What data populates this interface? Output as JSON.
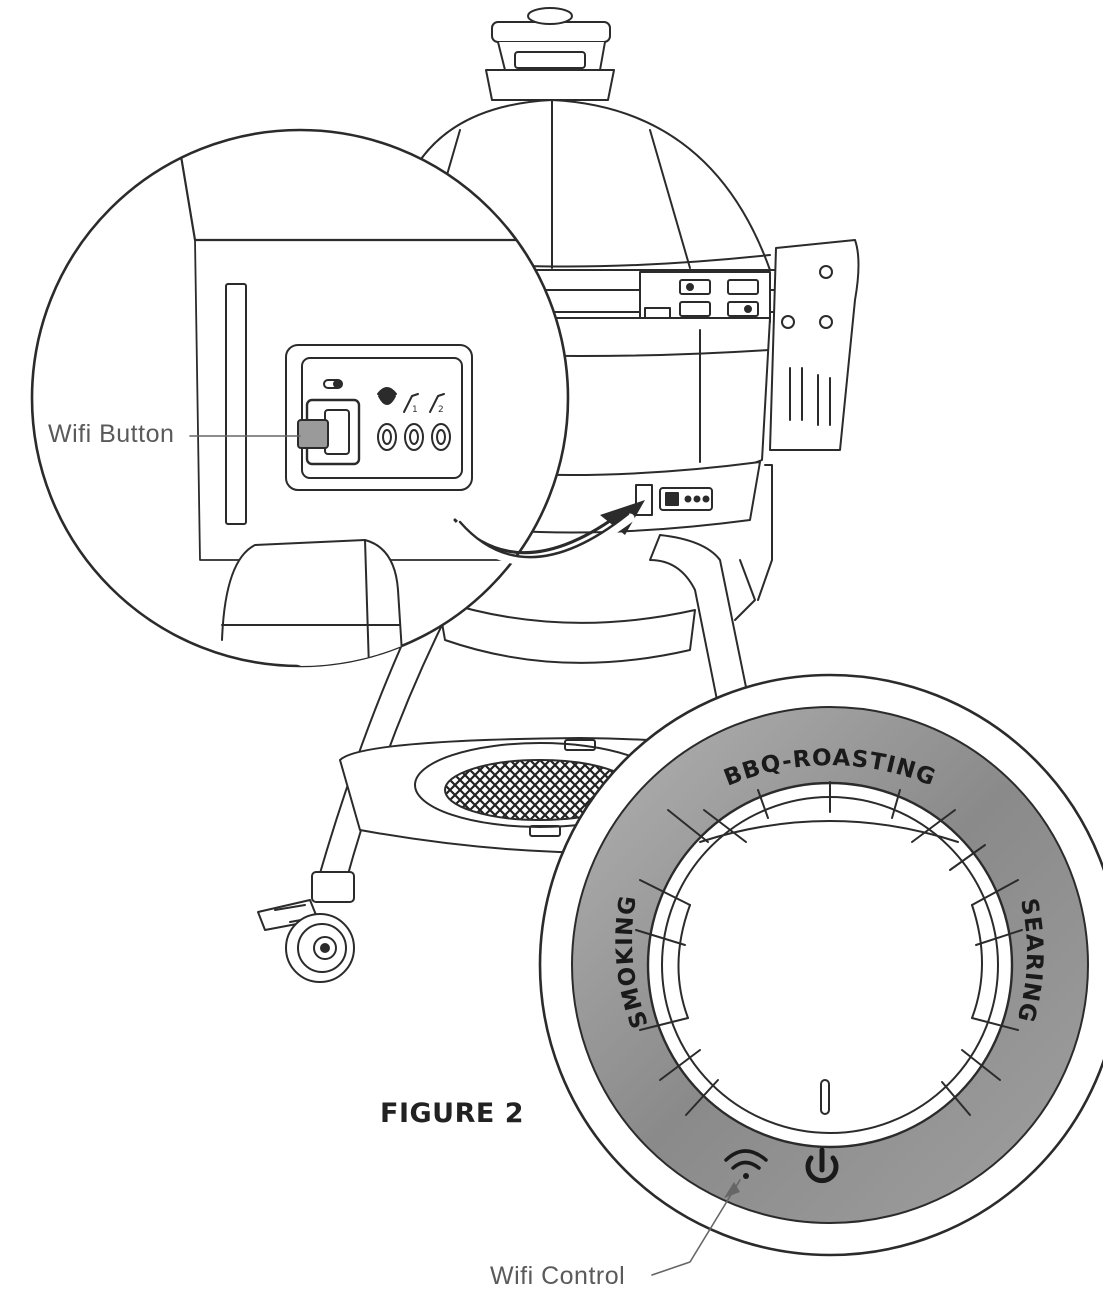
{
  "labels": {
    "wifi_button": "Wifi Button",
    "wifi_control": "Wifi Control",
    "figure": "FIGURE 2"
  },
  "dial": {
    "modes": [
      "BBQ-ROASTING",
      "SMOKING",
      "SEARING"
    ],
    "icons": [
      "wifi-icon",
      "power-icon"
    ]
  },
  "control_panel": {
    "button_numbers": [
      "1",
      "2"
    ],
    "icons": [
      "wifi-slider-icon",
      "acorn-icon",
      "probe-1-icon",
      "probe-2-icon"
    ]
  },
  "colors": {
    "line": "#2b2b2b",
    "dial_ring": "#8e8e8e",
    "text": "#1a1a1a",
    "callout_text": "#5a5a5a"
  }
}
